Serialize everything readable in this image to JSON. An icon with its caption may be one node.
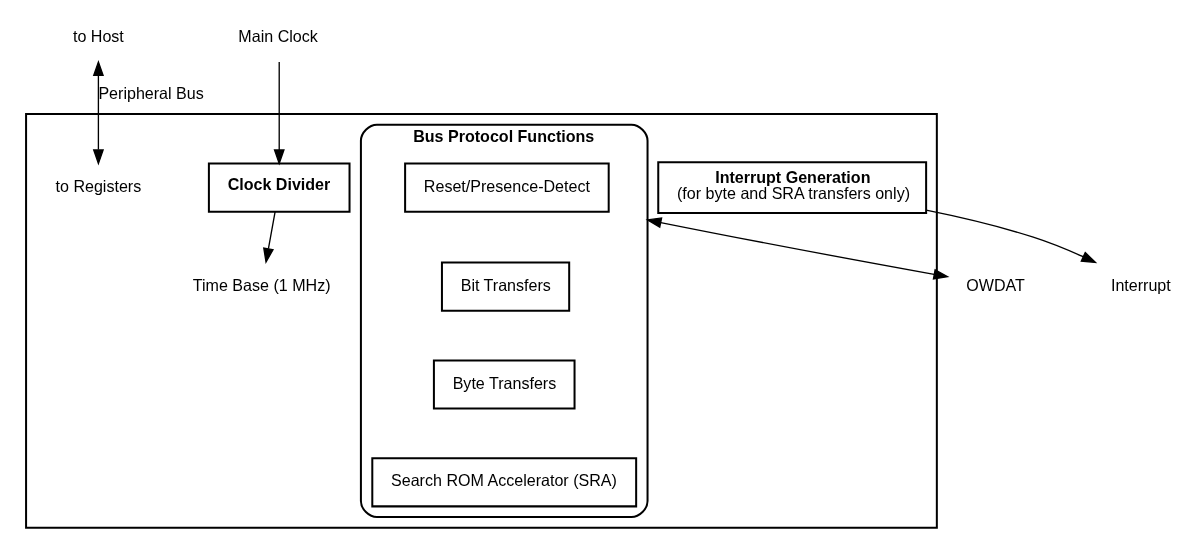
{
  "diagram": {
    "nodes": [
      {
        "text": [],
        "shape": "box"
      },
      {
        "text": [
          "to Host"
        ]
      },
      {
        "text": [
          "to Registers"
        ],
        "in": 0
      },
      {
        "text": [
          "Interrupt Generation",
          "(for byte and SRA transfers only)"
        ],
        "in": 0
      },
      {
        "text": [
          "Clock Divider"
        ],
        "in": 0
      },
      {
        "text": [
          "Time Base (1 MHz)"
        ],
        "in": 0
      },
      {
        "text": [
          "Bus Protocol Functions"
        ],
        "in": 0
      },
      {
        "text": [
          "Reset/Presence-Detect"
        ],
        "in": 6
      },
      {
        "text": [
          "Bit Transfers"
        ],
        "in": 6
      },
      {
        "text": [
          "Byte Transfers"
        ],
        "in": 6
      },
      {
        "text": [
          "Search ROM Accelerator (SRA)"
        ],
        "in": 6
      },
      {
        "text": [
          "Interrupt"
        ]
      },
      {
        "text": [
          "Main Clock"
        ]
      },
      {
        "text": [
          "OWDAT"
        ]
      }
    ],
    "edges": [
      {
        "from": 1,
        "to": 2,
        "arrow": "both",
        "label": "Peripheral Bus"
      },
      {
        "from": 3,
        "to": 11,
        "arrow": "to"
      },
      {
        "from": 12,
        "to": 4,
        "arrow": "to"
      },
      {
        "from": 4,
        "to": 5,
        "arrow": "to"
      },
      {
        "from": 6,
        "to": 13,
        "arrow": "both"
      }
    ]
  }
}
